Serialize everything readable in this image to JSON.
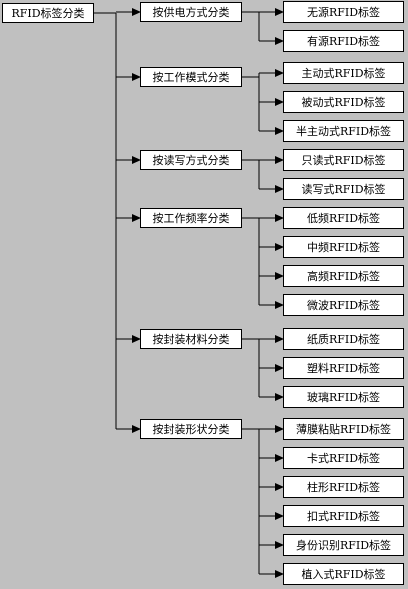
{
  "root": "RFID标签分类",
  "categories": [
    {
      "label": "按供电方式分类",
      "items": [
        "无源RFID标签",
        "有源RFID标签"
      ]
    },
    {
      "label": "按工作模式分类",
      "items": [
        "主动式RFID标签",
        "被动式RFID标签",
        "半主动式RFID标签"
      ]
    },
    {
      "label": "按读写方式分类",
      "items": [
        "只读式RFID标签",
        "读写式RFID标签"
      ]
    },
    {
      "label": "按工作频率分类",
      "items": [
        "低频RFID标签",
        "中频RFID标签",
        "高频RFID标签",
        "微波RFID标签"
      ]
    },
    {
      "label": "按封装材料分类",
      "items": [
        "纸质RFID标签",
        "塑料RFID标签",
        "玻璃RFID标签"
      ]
    },
    {
      "label": "按封装形状分类",
      "items": [
        "薄膜粘贴RFID标签",
        "卡式RFID标签",
        "柱形RFID标签",
        "扣式RFID标签",
        "身份识别RFID标签",
        "植入式RFID标签"
      ]
    }
  ]
}
